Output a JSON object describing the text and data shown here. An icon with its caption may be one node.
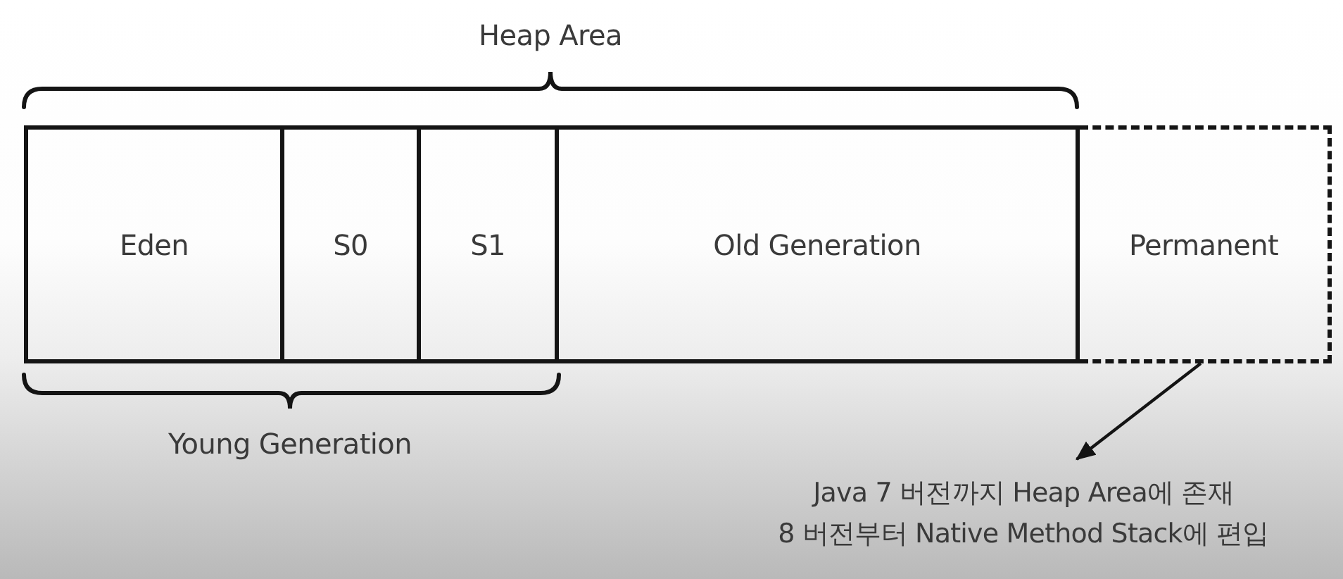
{
  "diagram": {
    "nodes": [
      {
        "text": [
          "Eden"
        ]
      },
      {
        "text": [
          "S0"
        ]
      },
      {
        "text": [
          "S1"
        ]
      },
      {
        "text": [
          "Old Generation"
        ]
      },
      {
        "text": [
          "Permanent"
        ]
      },
      {
        "text": [
          "Java 7 버전까지 Heap Area에 존재",
          "8 버전부터 Native Method Stack에 편입"
        ]
      }
    ],
    "edges": [
      {
        "from": 4,
        "to": 5,
        "arrow": "to"
      }
    ],
    "labels": [
      "Heap Area",
      "Young Generation"
    ]
  }
}
